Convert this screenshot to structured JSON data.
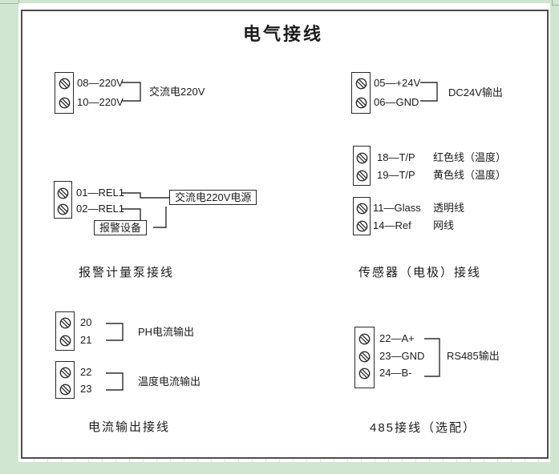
{
  "title": "电气接线",
  "colors": {
    "canvas": "#d0e6d0",
    "line": "#2f2f2f"
  },
  "blocks": {
    "ac": {
      "row1": "08—220V",
      "row2": "10—220V",
      "label": "交流电220V"
    },
    "dc": {
      "row1": "05—+24V",
      "row2": "06—GND",
      "label": "DC24V输出"
    },
    "relay": {
      "row1": "01—REL1",
      "row2": "02—REL1",
      "power_box": "交流电220V电源",
      "alarm_box": "报警设备"
    },
    "temp_sensor": {
      "row1_code": "18—T/P",
      "row1_desc": "红色线（温度）",
      "row2_code": "19—T/P",
      "row2_desc": "黄色线（温度）"
    },
    "electrode": {
      "row1_code": "11—Glass",
      "row1_desc": "透明线",
      "row2_code": "14—Ref",
      "row2_desc": "网线"
    },
    "ph_out": {
      "row1": "20",
      "row2": "21",
      "label": "PH电流输出"
    },
    "temp_out": {
      "row1": "22",
      "row2": "23",
      "label": "温度电流输出"
    },
    "rs485": {
      "row1": "22—A+",
      "row2": "23—GND",
      "row3": "24—B-",
      "label": "RS485输出"
    }
  },
  "captions": {
    "relay": "报警计量泵接线",
    "sensor": "传感器（电极）接线",
    "current": "电流输出接线",
    "rs485": "485接线（选配）"
  }
}
